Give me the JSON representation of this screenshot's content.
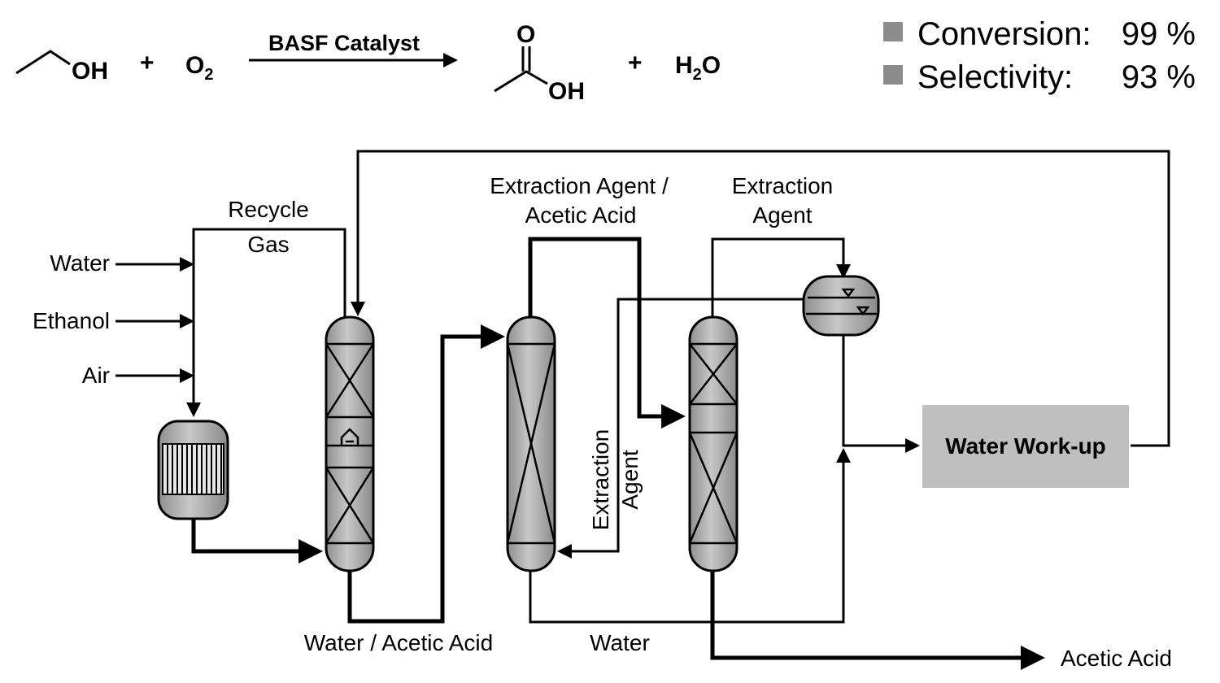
{
  "reaction": {
    "reactant1_atom": "OH",
    "plus1": "+",
    "reactant2": "O",
    "reactant2_sub": "2",
    "catalyst": "BASF Catalyst",
    "product1_o": "O",
    "product1_oh": "OH",
    "plus2": "+",
    "product2_h": "H",
    "product2_sub": "2",
    "product2_o": "O"
  },
  "stats": [
    {
      "name": "Conversion:",
      "value": "99 %"
    },
    {
      "name": "Selectivity:",
      "value": "93 %"
    }
  ],
  "feeds": {
    "water": "Water",
    "ethanol": "Ethanol",
    "air": "Air"
  },
  "labels": {
    "recycle_gas_1": "Recycle",
    "recycle_gas_2": "Gas",
    "extract_acid_1": "Extraction Agent /",
    "extract_acid_2": "Acetic Acid",
    "extract_agent_top_1": "Extraction",
    "extract_agent_top_2": "Agent",
    "extract_agent_side_1": "Extraction",
    "extract_agent_side_2": "Agent",
    "water_acetic": "Water / Acetic Acid",
    "water": "Water",
    "acetic_acid": "Acetic Acid",
    "water_workup": "Water Work-up"
  },
  "colors": {
    "vessel_fill": "#a6a6a6",
    "box_fill": "#bfbfbf",
    "legend_square": "#8c8c8c"
  }
}
